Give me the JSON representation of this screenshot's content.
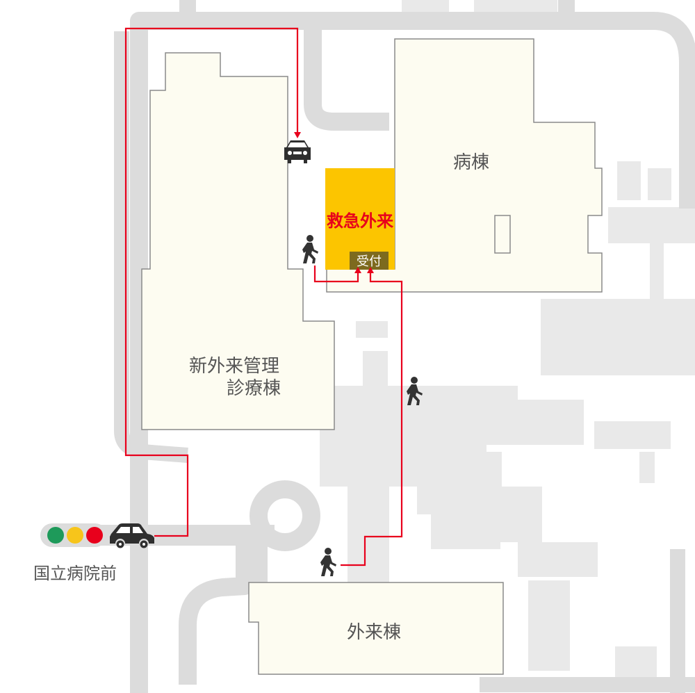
{
  "map": {
    "buildings": {
      "ward": "病棟",
      "new_outpatient_line1": "新外来管理",
      "new_outpatient_line2": "診療棟",
      "outpatient": "外来棟"
    },
    "emergency": {
      "label": "救急外来",
      "reception": "受付",
      "color": "#fcc500",
      "label_color": "#e8001c",
      "reception_bg": "#7d6a1e"
    },
    "bus_stop": "国立病院前",
    "route_color": "#e8001c",
    "traffic_light_colors": [
      "#1e9a5a",
      "#f7c51b",
      "#e8001c"
    ]
  }
}
